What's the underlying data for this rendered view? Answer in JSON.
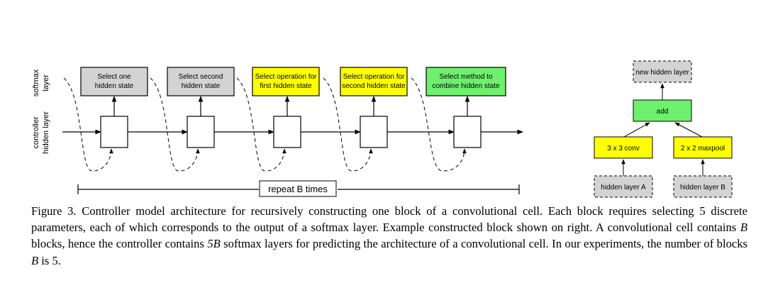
{
  "controller": {
    "row_labels": {
      "softmax": [
        "softmax",
        "layer"
      ],
      "hidden": [
        "controller",
        "hidden layer"
      ]
    },
    "softmax_boxes": [
      {
        "lines": [
          "Select one",
          "hidden state"
        ],
        "color": "#d3d3d3"
      },
      {
        "lines": [
          "Select second",
          "hidden state"
        ],
        "color": "#d3d3d3"
      },
      {
        "lines": [
          "Select operation for",
          "first hidden state"
        ],
        "color": "#ffff00"
      },
      {
        "lines": [
          "Select operation for",
          "second hidden state"
        ],
        "color": "#ffff00"
      },
      {
        "lines": [
          "Select method to",
          "combine hidden state"
        ],
        "color": "#6ef06e"
      }
    ],
    "repeat_label": "repeat B times"
  },
  "example_block": {
    "output": "new hidden layer",
    "combine": {
      "label": "add",
      "color": "#6ef06e"
    },
    "ops": [
      {
        "label": "3 x 3 conv",
        "color": "#ffff00"
      },
      {
        "label": "2 x 2 maxpool",
        "color": "#ffff00"
      }
    ],
    "inputs": [
      "hidden layer A",
      "hidden layer B"
    ],
    "dashed_fill": "#d3d3d3"
  },
  "caption": {
    "prefix": "Figure 3. Controller model architecture for recursively constructing one block of a convolutional cell.  Each block requires selecting 5 discrete parameters, each of which corresponds to the output of a softmax layer. Example constructed block shown on right. A convolutional cell contains ",
    "var_b": "B",
    "mid1": " blocks, hence the controller contains ",
    "var_5b": "5B",
    "mid2": " softmax layers for predicting the architecture of a convolutional cell. In our experiments, the number of blocks ",
    "var_b2": "B",
    "suffix": " is 5."
  }
}
